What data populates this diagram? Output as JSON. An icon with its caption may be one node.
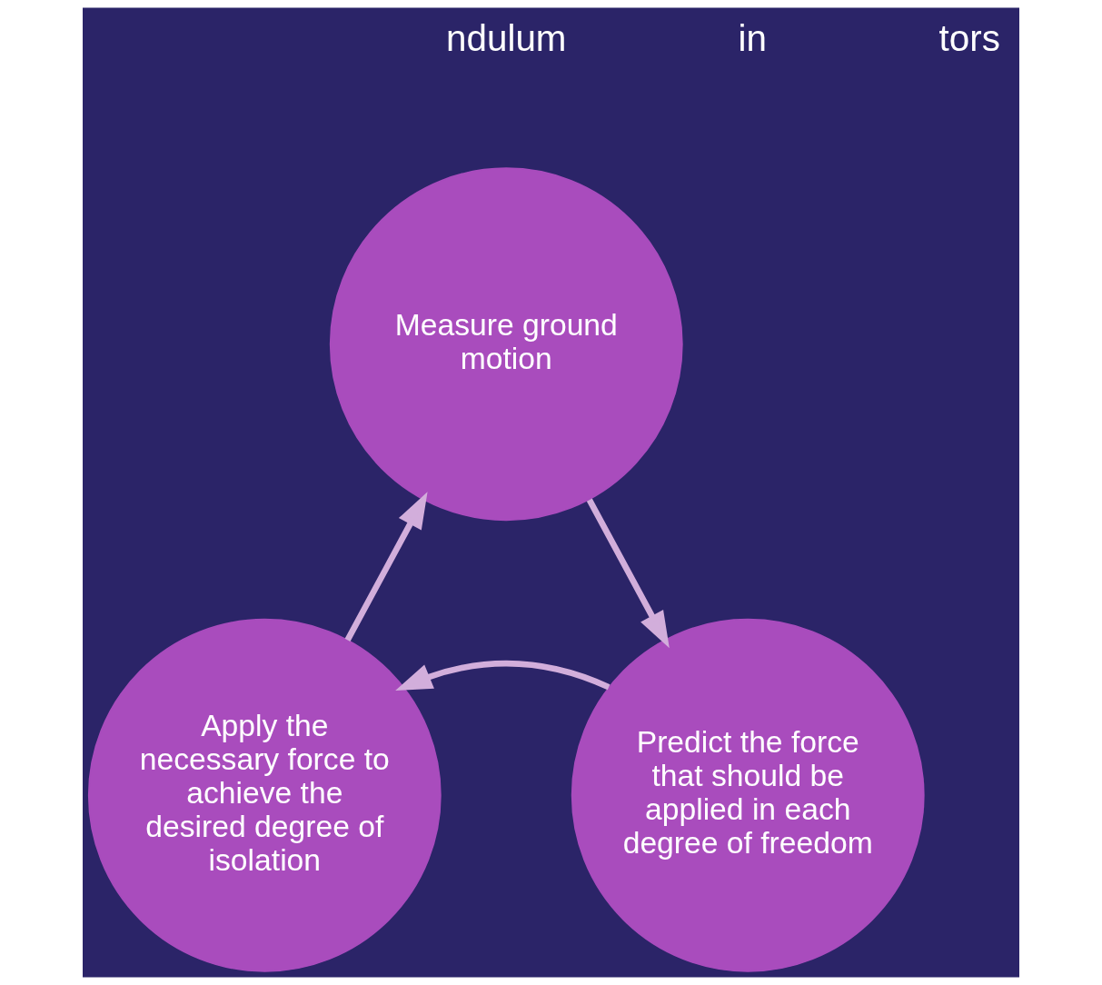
{
  "diagram": {
    "nodes": [
      {
        "text": [
          "Measure ground motion"
        ]
      },
      {
        "text": [
          "Predict the force that should be applied in each degree of freedom"
        ]
      },
      {
        "text": [
          "Apply the necessary force to achieve the desired degree of isolation"
        ]
      }
    ],
    "edges": [
      {
        "from": 0,
        "to": 1,
        "arrow": "to"
      },
      {
        "from": 1,
        "to": 2,
        "arrow": "to"
      },
      {
        "from": 2,
        "to": 0,
        "arrow": "to"
      }
    ],
    "labels": [
      "ndulum",
      "in",
      "tors"
    ]
  }
}
